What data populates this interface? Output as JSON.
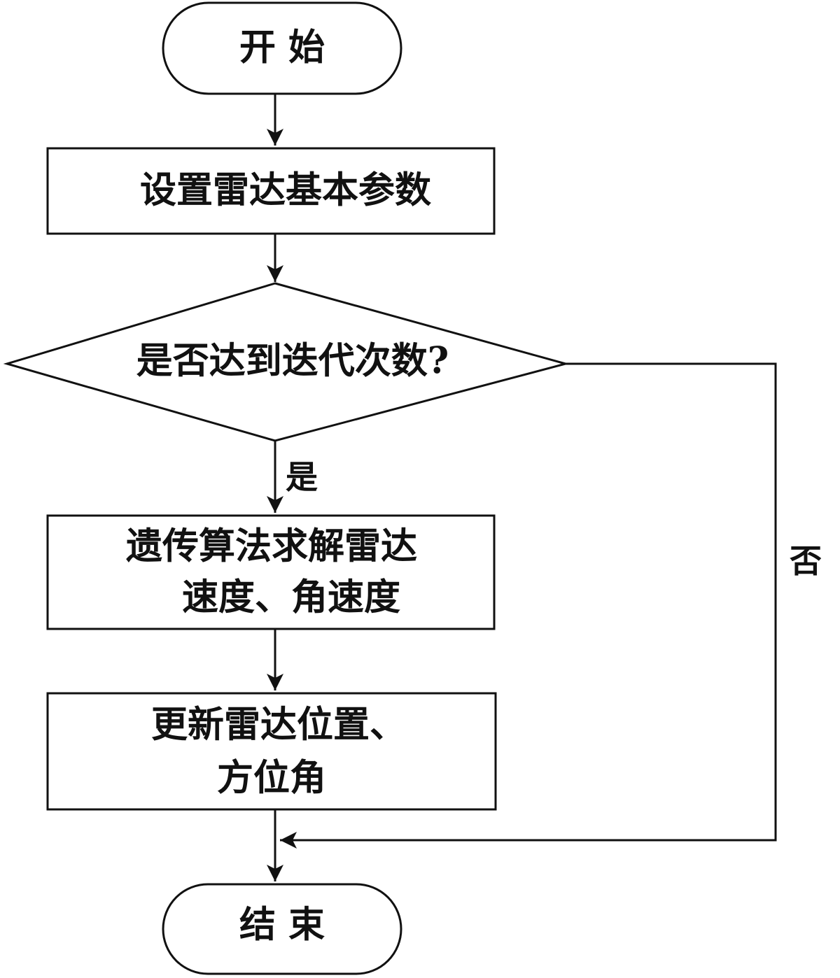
{
  "diagram": {
    "nodes": {
      "start": {
        "label": "开 始"
      },
      "set_params": {
        "label": "设置雷达基本参数"
      },
      "decision": {
        "label": "是否达到迭代次数?"
      },
      "ga_solve": {
        "label_line1": "遗传算法求解雷达",
        "label_line2": "速度、角速度"
      },
      "update": {
        "label_line1": "更新雷达位置、",
        "label_line2": "方位角"
      },
      "end": {
        "label": "结 束"
      }
    },
    "edges": {
      "yes_label": "是",
      "no_label": "否"
    }
  }
}
